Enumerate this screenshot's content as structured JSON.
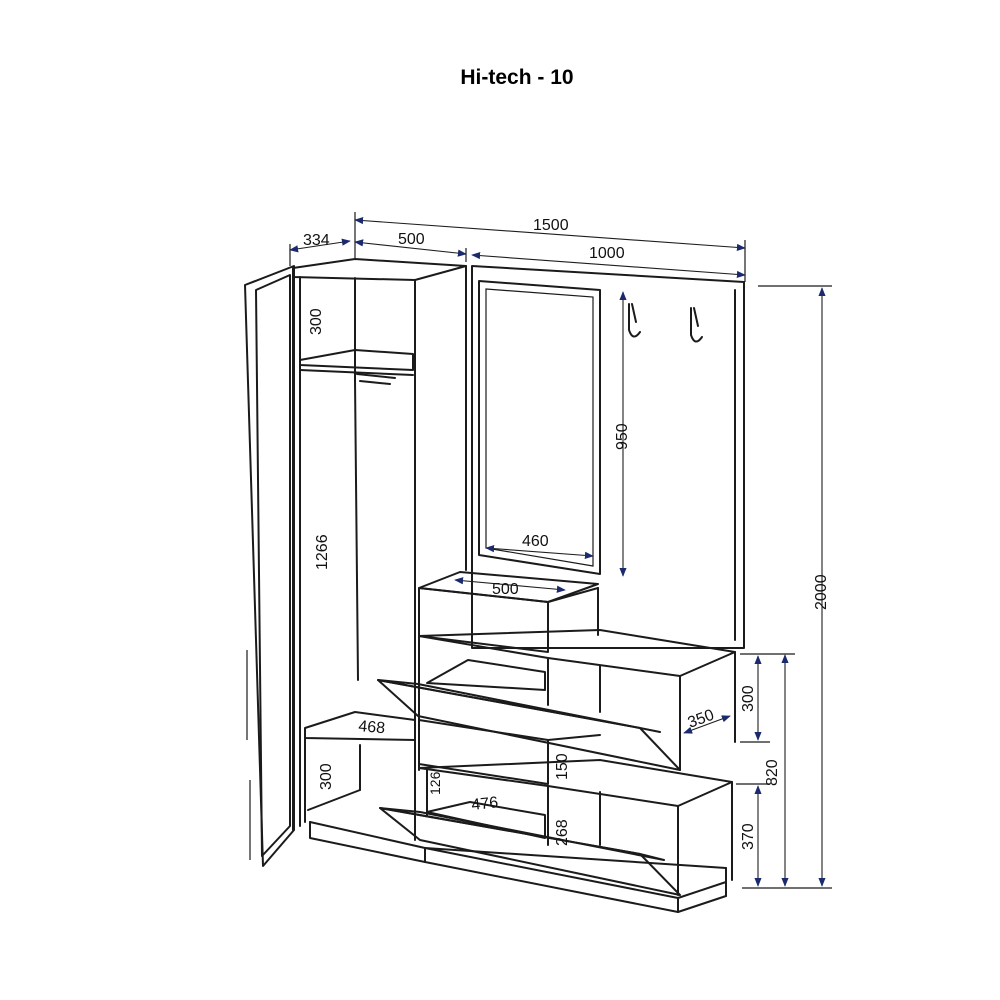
{
  "title": "Hi-tech - 10",
  "dimensions": {
    "depth_left": "334",
    "width_wardrobe": "500",
    "width_total": "1500",
    "width_mirror_panel": "1000",
    "height_top_shelf": "300",
    "height_hanging": "1266",
    "height_mirror": "950",
    "width_mirror": "460",
    "width_drawer": "500",
    "height_total": "2000",
    "height_upper_compartment": "300",
    "depth_cabinet": "350",
    "height_cabinets": "820",
    "height_bottom_cabinet": "370",
    "width_left_shelf": "468",
    "height_left_bottom": "300",
    "height_small_box": "126",
    "width_bottom_inner": "476",
    "height_drawer_front": "150",
    "height_lower_inner": "268"
  }
}
